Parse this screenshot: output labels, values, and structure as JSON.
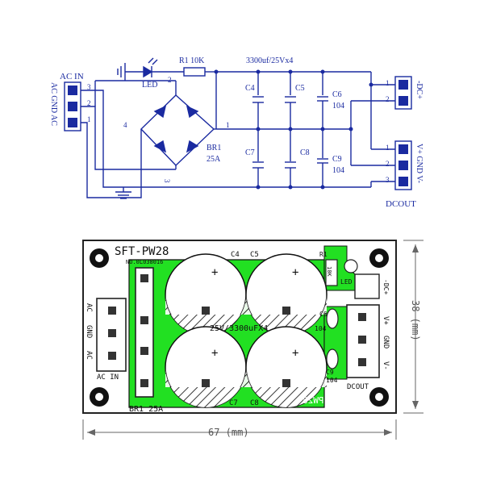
{
  "schematic": {
    "input": {
      "title": "AC IN",
      "side_label": "AC GND AC",
      "pins": [
        "3",
        "2",
        "1"
      ]
    },
    "led": {
      "label": "LED",
      "pin": "2"
    },
    "resistor": {
      "label": "R1  10K"
    },
    "capacitor_bank": {
      "label": "3300uf/25Vx4"
    },
    "caps": {
      "c4": "C4",
      "c5": "C5",
      "c6": "C6",
      "c6_value": "104",
      "c7": "C7",
      "c8": "C8",
      "c9": "C9",
      "c9_value": "104"
    },
    "bridge": {
      "label": "BR1",
      "rating": "25A",
      "node_4": "4",
      "node_1": "1",
      "node_3": "3"
    },
    "output_dc": {
      "side_label": "-DC+",
      "pins": [
        "1",
        "2"
      ]
    },
    "output_dcout": {
      "title": "DCOUT",
      "side_label": "V+ GND V-",
      "pins": [
        "1",
        "2",
        "3"
      ]
    }
  },
  "pcb": {
    "title": "SFT-PW28",
    "code": "NO.0L038016",
    "cap_labels": {
      "c4": "C4",
      "c5": "C5",
      "c7": "C7",
      "c8": "C8"
    },
    "cap_rating": "25V/3300uFX4",
    "plus_sign": "+",
    "left_labels": {
      "ac_top": "AC",
      "gnd": "GND",
      "ac_bottom": "AC",
      "ac_in": "AC IN"
    },
    "bridge_label": "BR1 25A",
    "right_parts": {
      "r1": "R1",
      "r1_value": "10K",
      "led": "LED",
      "dc_label": "-DC+",
      "c6": "C6",
      "c6_value": "104",
      "c9": "C9",
      "c9_value": "104"
    },
    "dcout_labels": {
      "vplus": "V+",
      "gnd": "GND",
      "vminus": "V-",
      "title": "DCOUT"
    },
    "mirror_title": "SFT-PW28"
  },
  "dimensions": {
    "width": "67 (mm)",
    "height": "38 (mm)"
  },
  "colors": {
    "ink": "#1a2aa0",
    "board_fill": "#22e022",
    "board_outline": "#222222",
    "pad": "#333333"
  }
}
